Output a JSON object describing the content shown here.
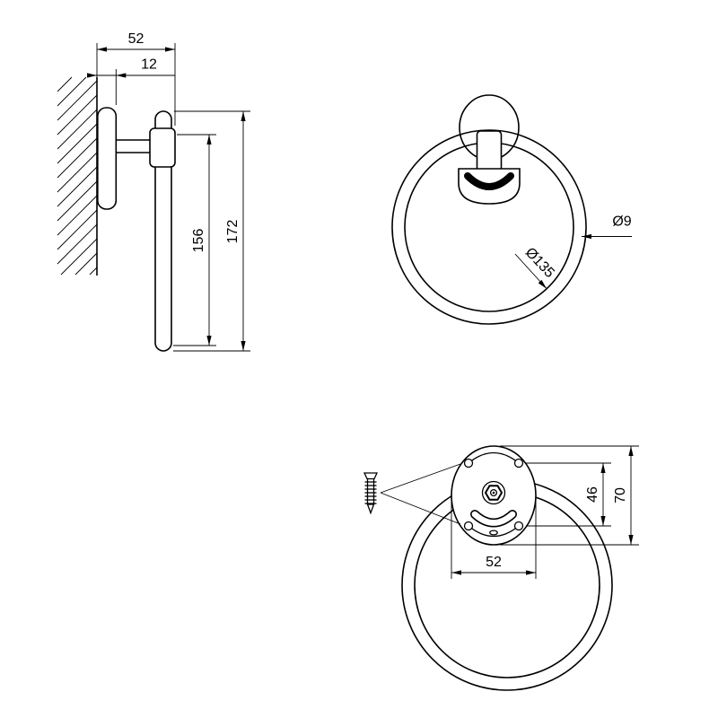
{
  "canvas": {
    "background": "#ffffff",
    "line_color": "#000000"
  },
  "side_view": {
    "dim_depth": "52",
    "dim_plate_depth": "12",
    "dim_inner_height": "156",
    "dim_overall_height": "172"
  },
  "front_view": {
    "dim_ring_diameter": "Ø135",
    "dim_tube_diameter": "Ø9"
  },
  "bottom_view": {
    "dim_hole_spacing": "46",
    "dim_plate_height": "70",
    "dim_plate_width": "52"
  }
}
